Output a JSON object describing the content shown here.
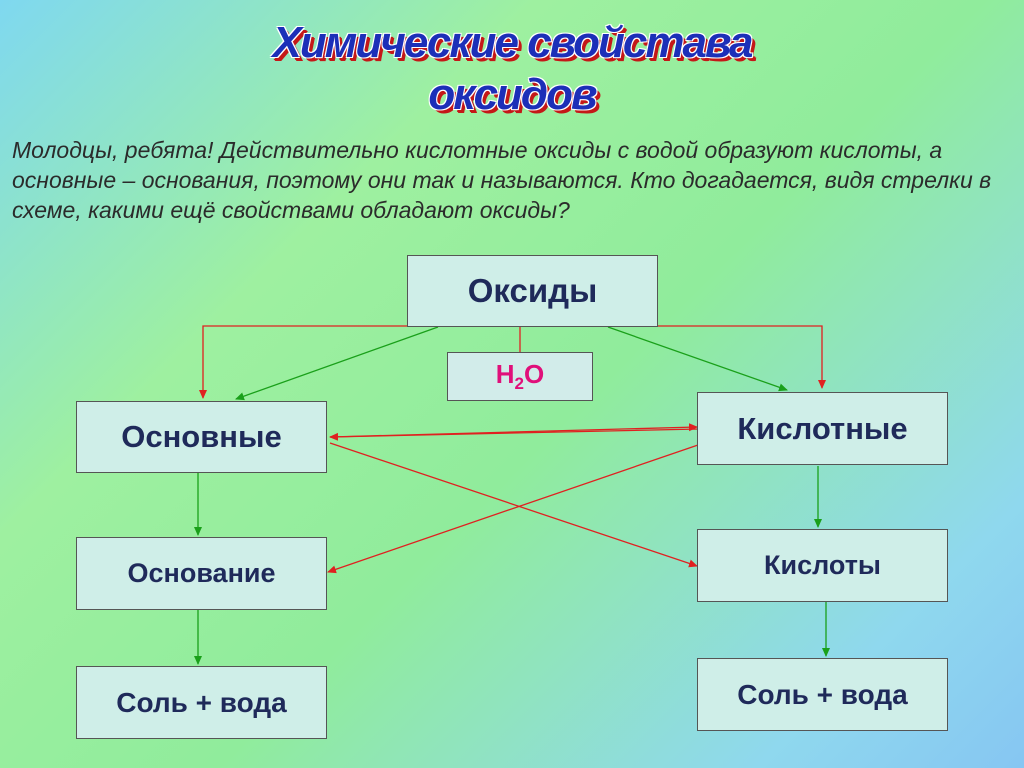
{
  "title": {
    "line1": "Химические свойстава",
    "line2": "оксидов"
  },
  "intro": "Молодцы, ребята! Действительно кислотные оксиды с водой образуют кислоты, а основные – основания, поэтому они так и называются. Кто догадается, видя стрелки в схеме, какими ещё свойствами обладают оксиды?",
  "nodes": {
    "oxides": "Оксиды",
    "water_main": "H",
    "water_sub": "2",
    "water_tail": "O",
    "basic": "Основные",
    "acidic": "Кислотные",
    "base": "Основание",
    "acids": "Кислоты",
    "salt_water_left": "Соль + вода",
    "salt_water_right": "Соль + вода"
  },
  "colors": {
    "red_arrow": "#e02020",
    "green_arrow": "#1aa01a",
    "water_text": "#e0107a"
  }
}
